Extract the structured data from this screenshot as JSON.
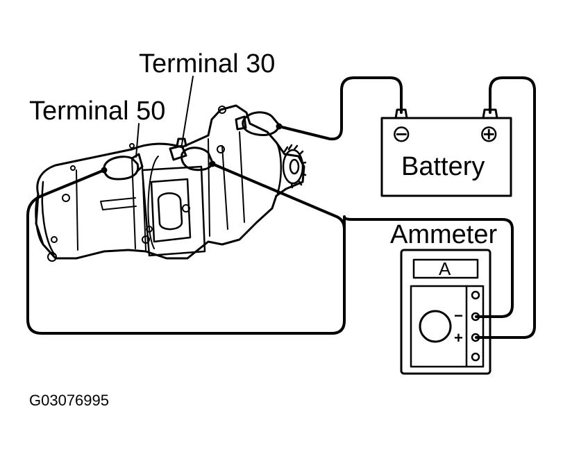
{
  "labels": {
    "terminal_30": "Terminal 30",
    "terminal_50": "Terminal 50",
    "battery": "Battery",
    "battery_negative": "⊖",
    "battery_positive": "⊕",
    "ammeter": "Ammeter",
    "ammeter_display": "A",
    "ammeter_minus": "−",
    "ammeter_plus": "+",
    "figure_code": "G03076995"
  },
  "colors": {
    "ink": "#000000",
    "background": "#ffffff"
  }
}
